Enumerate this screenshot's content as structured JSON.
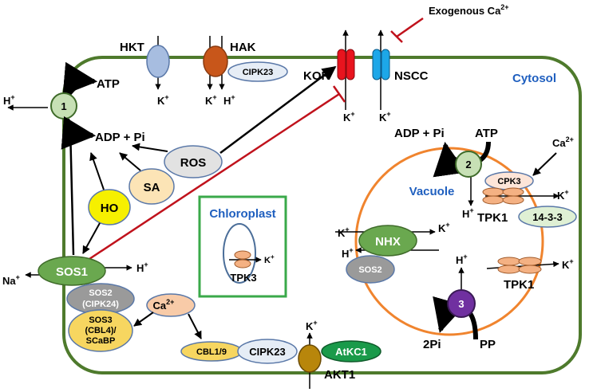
{
  "labels": {
    "exogenous": "Exogenous Ca",
    "exogenous_sup": "2+",
    "cytosol": "Cytosol",
    "vacuole": "Vacuole",
    "chloroplast": "Chloroplast",
    "hkt": "HKT",
    "hak": "HAK",
    "kor": "KOR",
    "nscc": "NSCC",
    "cipk23_top": "CIPK23",
    "cipk23_bottom": "CIPK23",
    "atp_left": "ATP",
    "adp_left": "ADP + Pi",
    "ros": "ROS",
    "sa": "SA",
    "ho": "HO",
    "sos1": "SOS1",
    "sos2_cipk24_line1": "SOS2",
    "sos2_cipk24_line2": "(CIPK24)",
    "sos3_line1": "SOS3",
    "sos3_line2": "(CBL4)/",
    "sos3_line3": "SCaBP",
    "ca_center": "Ca",
    "ca_center_sup": "2+",
    "cbl": "CBL1/9",
    "atkc1": "AtKC1",
    "akt1": "AKT1",
    "tpk3": "TPK3",
    "nhx": "NHX",
    "sos2_vac": "SOS2",
    "adp_vac": "ADP + Pi",
    "atp_vac": "ATP",
    "cpk3": "CPK3",
    "tpk1_top": "TPK1",
    "prot1433": "14-3-3",
    "tpk1_right": "TPK1",
    "ca_right": "Ca",
    "ca_right_sup": "2+",
    "pi2": "2Pi",
    "pp": "PP",
    "pump1": "1",
    "pump2": "2",
    "pump3": "3",
    "ion_k": "K",
    "ion_h": "H",
    "ion_na": "Na",
    "plus": "+"
  },
  "colors": {
    "cell_border": "#4e7a2c",
    "vacuole_border": "#f0842e",
    "chloro_border": "#3aa94a",
    "inhibit": "#c0121c",
    "blue_text": "#1f5fbf"
  }
}
